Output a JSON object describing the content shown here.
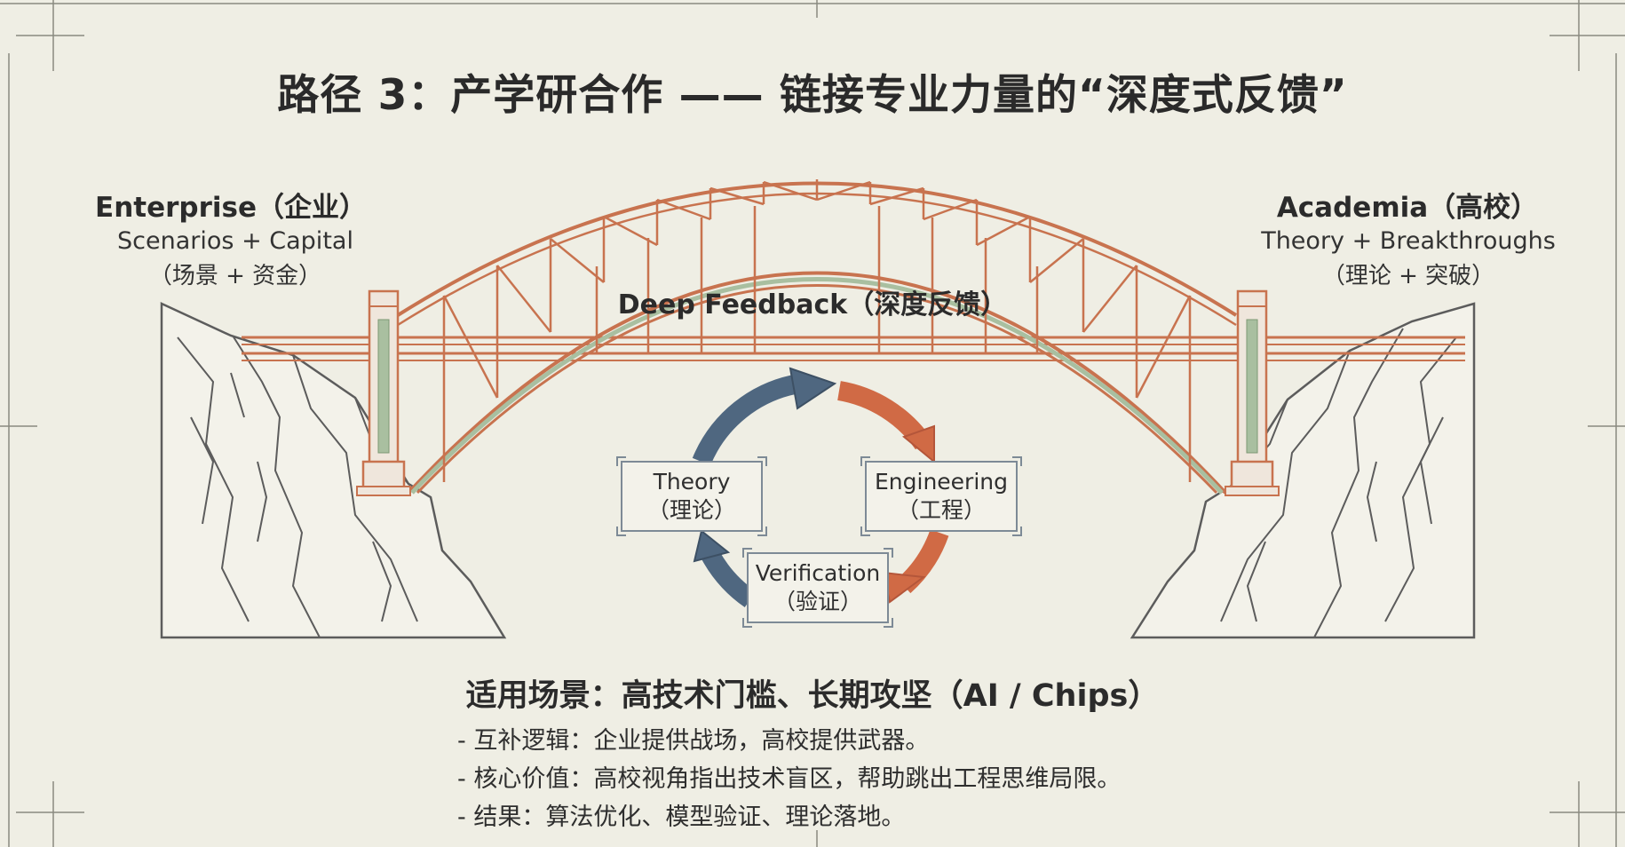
{
  "title": "路径 3：产学研合作 —— 链接专业力量的“深度式反馈”",
  "enterprise": {
    "title": "Enterprise（企业）",
    "subtitle": "Scenarios + Capital",
    "subtitle_cn": "（场景 + 资金）"
  },
  "academia": {
    "title": "Academia（高校）",
    "subtitle": "Theory + Breakthroughs",
    "subtitle_cn": "（理论 + 突破）"
  },
  "bridge_label": "Deep Feedback（深度反馈）",
  "cycle": {
    "theory": {
      "en": "Theory",
      "cn": "（理论）"
    },
    "engineering": {
      "en": "Engineering",
      "cn": "（工程）"
    },
    "verification": {
      "en": "Verification",
      "cn": "（验证）"
    }
  },
  "scenario_heading": "适用场景：高技术门槛、长期攻坚（AI / Chips）",
  "bullets": [
    "- 互补逻辑：企业提供战场，高校提供武器。",
    "- 核心价值：高校视角指出技术盲区，帮助跳出工程思维局限。",
    "- 结果：算法优化、模型验证、理论落地。"
  ],
  "colors": {
    "background": "#efeee4",
    "bridge_orange": "#c8734f",
    "arch_green": "#a9bfa0",
    "arrow_blue": "#4f6780",
    "arrow_orange": "#d06a45",
    "ink": "#2b2b2b"
  }
}
